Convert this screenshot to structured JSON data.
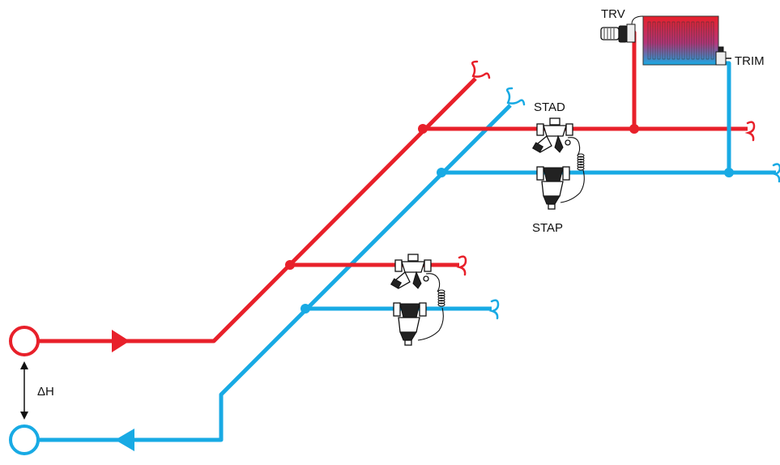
{
  "labels": {
    "trv": "TRV",
    "trim": "TRIM",
    "stad": "STAD",
    "stap": "STAP",
    "delta_h": "ΔH"
  },
  "colors": {
    "supply": "#e8202a",
    "return": "#18aae4",
    "radiator_top": "#e8202a",
    "radiator_bottom": "#18aae4",
    "valve": "#111111"
  }
}
